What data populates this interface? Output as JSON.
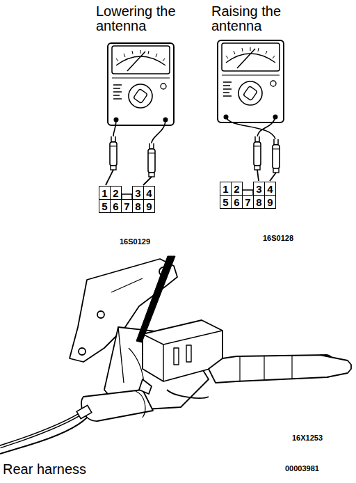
{
  "diagram": {
    "nodes": [
      {
        "text": [
          "1"
        ]
      },
      {
        "text": [
          "2"
        ]
      },
      {
        "text": [
          "3"
        ]
      },
      {
        "text": [
          "4"
        ]
      },
      {
        "text": [
          "5"
        ]
      },
      {
        "text": [
          "6"
        ]
      },
      {
        "text": [
          "7"
        ]
      },
      {
        "text": [
          "8"
        ]
      },
      {
        "text": [
          "9"
        ]
      },
      {
        "text": [
          "1"
        ]
      },
      {
        "text": [
          "2"
        ]
      },
      {
        "text": [
          "3"
        ]
      },
      {
        "text": [
          "4"
        ]
      },
      {
        "text": [
          "5"
        ]
      },
      {
        "text": [
          "6"
        ]
      },
      {
        "text": [
          "7"
        ]
      },
      {
        "text": [
          "8"
        ]
      },
      {
        "text": [
          "9"
        ]
      }
    ],
    "labels": [
      "Lowering the antenna",
      "Raising the antenna",
      "16S0129",
      "16S0128",
      "16X1253",
      "Rear harness",
      "00003981"
    ]
  }
}
